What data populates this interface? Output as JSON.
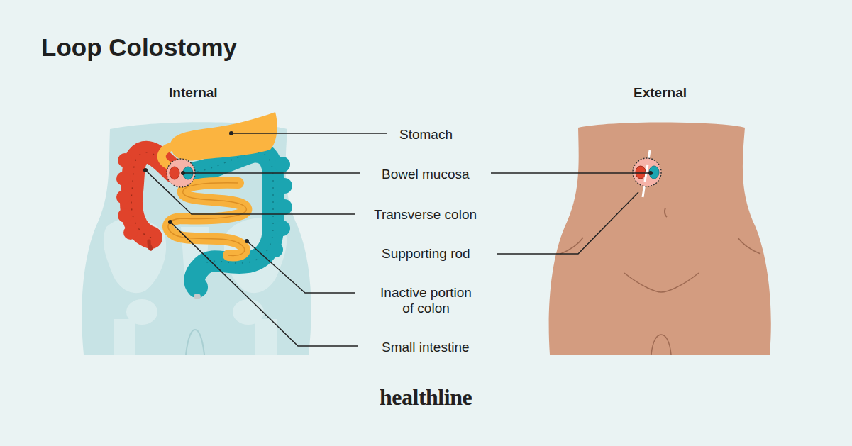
{
  "diagram": {
    "title": "Loop Colostomy",
    "labels": [
      "Internal",
      "External",
      "Stomach",
      "Bowel mucosa",
      "Transverse colon",
      "Supporting rod",
      "Inactive portion of colon",
      "Small intestine",
      "healthline"
    ]
  }
}
